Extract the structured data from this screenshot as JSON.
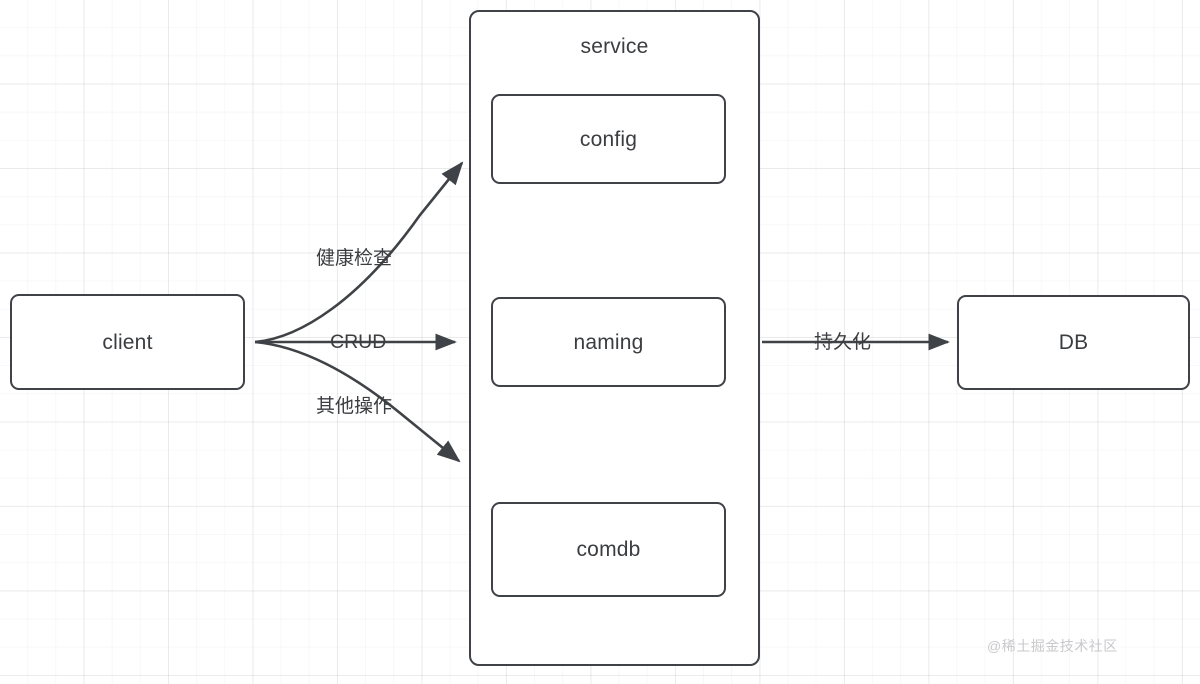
{
  "diagram": {
    "title": "service architecture diagram",
    "nodes": {
      "client": {
        "label": "client"
      },
      "service": {
        "label": "service"
      },
      "config": {
        "label": "config"
      },
      "naming": {
        "label": "naming"
      },
      "comdb": {
        "label": "comdb"
      },
      "db": {
        "label": "DB"
      }
    },
    "edges": [
      {
        "id": "health-check",
        "label": "健康检查",
        "from": "client",
        "to": "service"
      },
      {
        "id": "crud",
        "label": "CRUD",
        "from": "client",
        "to": "service"
      },
      {
        "id": "other-ops",
        "label": "其他操作",
        "from": "client",
        "to": "service"
      },
      {
        "id": "persist",
        "label": "持久化",
        "from": "service",
        "to": "db"
      }
    ],
    "watermark": "@稀土掘金技术社区",
    "colors": {
      "stroke": "#3f4246",
      "text": "#3b3d40",
      "background": "#ffffff",
      "grid_minor": "#f2f2f3",
      "grid_major": "#e8e8ea",
      "watermark": "#c9c9cc"
    }
  }
}
